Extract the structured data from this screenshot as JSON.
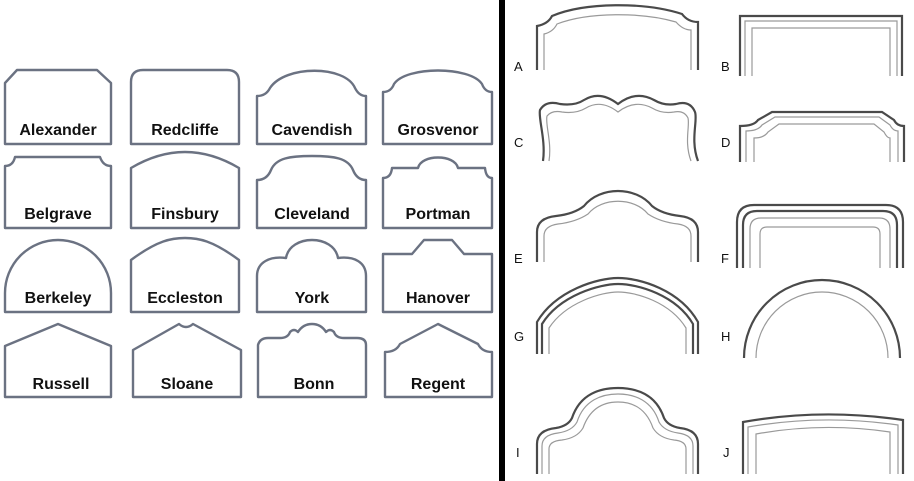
{
  "left_panel": {
    "shapes": [
      "Alexander",
      "Redcliffe",
      "Cavendish",
      "Grosvenor",
      "Belgrave",
      "Finsbury",
      "Cleveland",
      "Portman",
      "Berkeley",
      "Eccleston",
      "York",
      "Hanover",
      "Russell",
      "Sloane",
      "Bonn",
      "Regent"
    ]
  },
  "right_panel": {
    "letters": [
      "A",
      "B",
      "C",
      "D",
      "E",
      "F",
      "G",
      "H",
      "I",
      "J"
    ]
  }
}
